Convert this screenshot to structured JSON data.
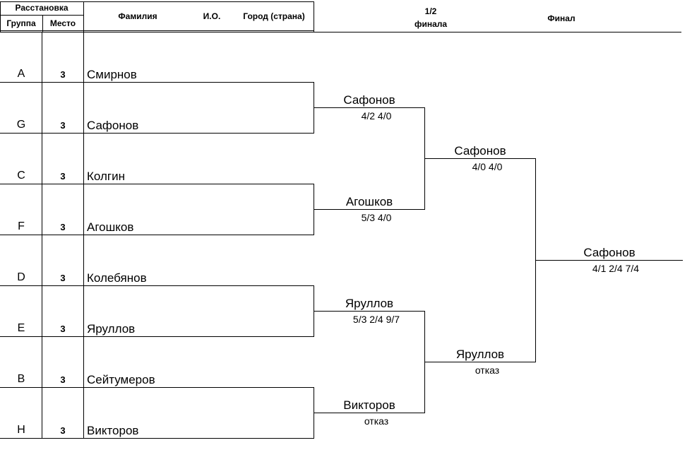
{
  "header": {
    "placement": "Расстановка",
    "group": "Группа",
    "place": "Место",
    "surname": "Фамилия",
    "initials": "И.О.",
    "city": "Город (страна)",
    "semifinal_line1": "1/2",
    "semifinal_line2": "финала",
    "final": "Финал"
  },
  "players": [
    {
      "group": "A",
      "place": "3",
      "name": "Смирнов"
    },
    {
      "group": "G",
      "place": "3",
      "name": "Сафонов"
    },
    {
      "group": "C",
      "place": "3",
      "name": "Колгин"
    },
    {
      "group": "F",
      "place": "3",
      "name": "Агошков"
    },
    {
      "group": "D",
      "place": "3",
      "name": "Колебянов"
    },
    {
      "group": "E",
      "place": "3",
      "name": "Яруллов"
    },
    {
      "group": "B",
      "place": "3",
      "name": "Сейтумеров"
    },
    {
      "group": "H",
      "place": "3",
      "name": "Викторов"
    }
  ],
  "round1": [
    {
      "winner": "Сафонов",
      "score": "4/2 4/0"
    },
    {
      "winner": "Агошков",
      "score": "5/3 4/0"
    },
    {
      "winner": "Яруллов",
      "score": "5/3 2/4 9/7"
    },
    {
      "winner": "Викторов",
      "score": "отказ"
    }
  ],
  "semifinals": [
    {
      "winner": "Сафонов",
      "score": "4/0 4/0"
    },
    {
      "winner": "Яруллов",
      "score": "отказ"
    }
  ],
  "final": {
    "winner": "Сафонов",
    "score": "4/1 2/4 7/4"
  }
}
